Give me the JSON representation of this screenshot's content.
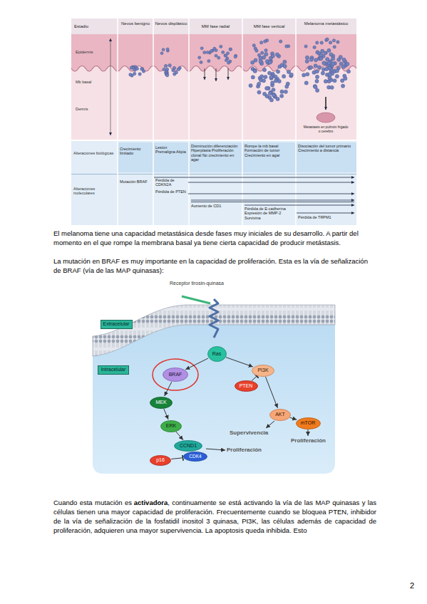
{
  "diagram": {
    "nodes": [
      {
        "text": [
          "Extracelular"
        ]
      },
      {
        "text": [
          "Intracelular"
        ]
      },
      {
        "text": [
          "Ras"
        ]
      },
      {
        "text": [
          "BRAF"
        ]
      },
      {
        "text": [
          "PI3K"
        ]
      },
      {
        "text": [
          "PTEN"
        ]
      },
      {
        "text": [
          "MEK"
        ]
      },
      {
        "text": [
          "AKT"
        ]
      },
      {
        "text": [
          "mTOR"
        ]
      },
      {
        "text": [
          "ERK"
        ]
      },
      {
        "text": [
          "CCND1"
        ]
      },
      {
        "text": [
          "CDK4"
        ]
      },
      {
        "text": [
          "p16"
        ]
      }
    ],
    "edges": [
      {
        "from": 2,
        "to": 3,
        "arrow": "to"
      },
      {
        "from": 2,
        "to": 4,
        "arrow": "to"
      },
      {
        "from": 5,
        "to": 4,
        "arrow": "to"
      },
      {
        "from": 4,
        "to": 7,
        "arrow": "to"
      },
      {
        "from": 7,
        "to": 8,
        "arrow": "to"
      },
      {
        "from": 3,
        "to": 6,
        "arrow": "to"
      },
      {
        "from": 6,
        "to": 9,
        "arrow": "to"
      },
      {
        "from": 9,
        "to": 10,
        "arrow": "to"
      },
      {
        "from": 12,
        "to": 11,
        "arrow": "to"
      }
    ],
    "labels": [
      "Estadio",
      "Nevos benigno",
      "Nevos displásico",
      "MM fase radial",
      "MM fase vertical",
      "Melanoma metastásico",
      "Epidermis",
      "Mb basal",
      "Dermis",
      "Metastasis en pulmón hígado o cerebro",
      "Alteraciones biológicas",
      "Crecimiento limitado",
      "Lesion Premaligna Atipia",
      "Disminución diferenciación Hiperplasia Proliferación clonal No crecimiento en agar",
      "Rompe la mb basal Formación de tumor Crecimiento en agar",
      "Disociación del tumor primario Crecimiento a distancia",
      "Alteraciones moleculares",
      "Mutación BRAF",
      "Pérdida de CDKN2A",
      "Pérdida de PTEN",
      "Aumento de CD1",
      "Pérdida de E-cadherina Expresión de MMP-2 Survivina",
      "Pérdida de TRPM1",
      "El melanoma tiene una capacidad metastásica desde fases muy iniciales de su desarrollo.  A partir del momento en el que rompe la membrana basal ya tiene cierta capacidad de producir metástasis.",
      "La mutación en BRAF es muy importante en la capacidad de proliferación. Esta es la vía de señalización de BRAF (vía de las MAP quinasas):",
      "Receptor tirosin-quinasa",
      "Supervivencia",
      "Proliferación",
      "Proliferación",
      "Cuando esta mutación es",
      "activadora",
      ", continuamente se está activando la vía de las MAP quinasas y las células tienen una mayor capacidad de proliferación. Frecuentemente cuando se bloquea PTEN, inhibidor de la vía de señalización de la fosfatidil inositol 3 quinasa, PI3K, las células además de capacidad de proliferación, adquieren una mayor supervivencia. La apoptosis queda inhibida. Esto",
      "2"
    ]
  }
}
